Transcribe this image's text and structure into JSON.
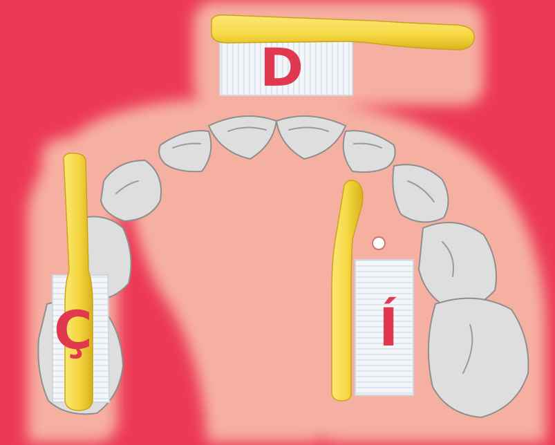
{
  "labels": {
    "front": "D",
    "outer": "Ç",
    "inner": "Í"
  },
  "colors": {
    "background": "#ec3a56",
    "letter": "#e0394f",
    "halo": "#f7b7a6",
    "tooth": "#dedede",
    "tooth_outline": "#8e8e8e",
    "handle": "#f6d842",
    "handle_shadow": "#d9b21c",
    "bristles": "#f4f7fa"
  },
  "icons": {
    "top_brush": "toothbrush-horizontal-icon",
    "left_brush": "toothbrush-vertical-icon",
    "right_brush": "toothbrush-vertical-icon",
    "teeth": "tooth-icon"
  }
}
